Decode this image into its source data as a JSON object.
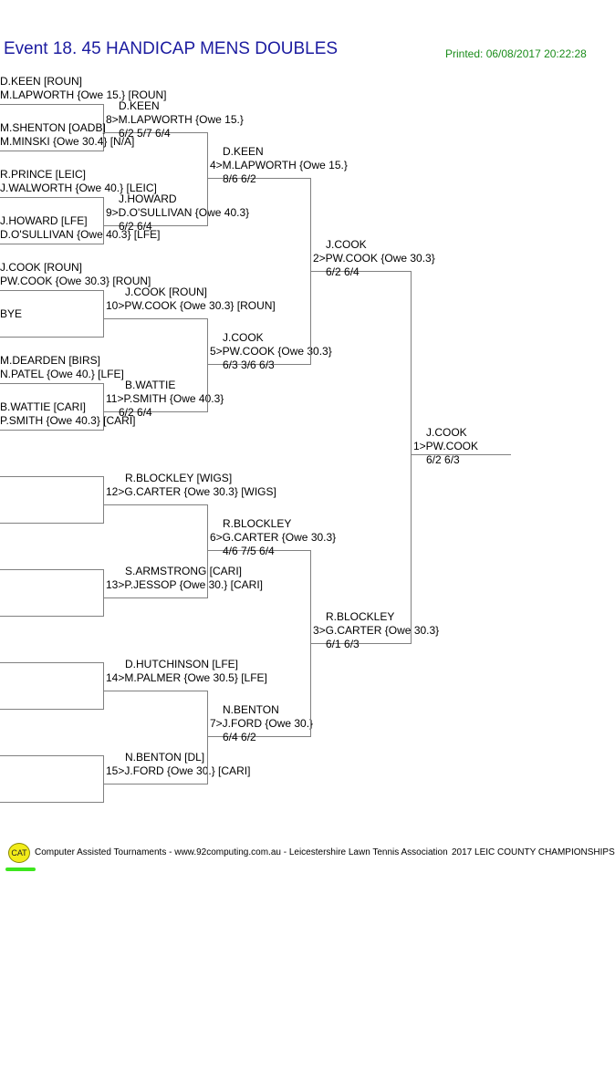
{
  "title": "Event 18. 45 HANDICAP MENS DOUBLES",
  "printed": "Printed: 06/08/2017 20:22:28",
  "round1": [
    {
      "p1": "D.KEEN [ROUN]",
      "p2": "M.LAPWORTH {Owe 15.} [ROUN]"
    },
    {
      "p1": "M.SHENTON [OADB]",
      "p2": "M.MINSKI {Owe 30.4} [N/A]"
    },
    {
      "p1": "R.PRINCE [LEIC]",
      "p2": "J.WALWORTH {Owe 40.} [LEIC]"
    },
    {
      "p1": "J.HOWARD [LFE]",
      "p2": "D.O'SULLIVAN {Owe 40.3} [LFE]"
    },
    {
      "p1": "J.COOK [ROUN]",
      "p2": "PW.COOK {Owe 30.3} [ROUN]"
    },
    {
      "p1": "BYE",
      "p2": ""
    },
    {
      "p1": "M.DEARDEN [BIRS]",
      "p2": "N.PATEL {Owe 40.} [LFE]"
    },
    {
      "p1": "B.WATTIE [CARI]",
      "p2": "P.SMITH {Owe 40.3} [CARI]"
    }
  ],
  "round2": [
    {
      "p1": "D.KEEN",
      "p2": "8>M.LAPWORTH {Owe 15.}",
      "score": "6/2 5/7 6/4"
    },
    {
      "p1": "J.HOWARD",
      "p2": "9>D.O'SULLIVAN {Owe 40.3}",
      "score": "6/2 6/4"
    },
    {
      "p1": "J.COOK [ROUN]",
      "p2": "10>PW.COOK {Owe 30.3} [ROUN]",
      "score": ""
    },
    {
      "p1": "B.WATTIE",
      "p2": "11>P.SMITH {Owe 40.3}",
      "score": "6/2 6/4"
    },
    {
      "p1": "R.BLOCKLEY [WIGS]",
      "p2": "12>G.CARTER {Owe 30.3} [WIGS]",
      "score": ""
    },
    {
      "p1": "S.ARMSTRONG [CARI]",
      "p2": "13>P.JESSOP {Owe 30.} [CARI]",
      "score": ""
    },
    {
      "p1": "D.HUTCHINSON [LFE]",
      "p2": "14>M.PALMER {Owe 30.5} [LFE]",
      "score": ""
    },
    {
      "p1": "N.BENTON [DL]",
      "p2": "15>J.FORD {Owe 30.} [CARI]",
      "score": ""
    }
  ],
  "round3": [
    {
      "p1": "D.KEEN",
      "p2": "4>M.LAPWORTH {Owe 15.}",
      "score": "8/6 6/2"
    },
    {
      "p1": "J.COOK",
      "p2": "5>PW.COOK {Owe 30.3}",
      "score": "6/3 3/6 6/3"
    },
    {
      "p1": "R.BLOCKLEY",
      "p2": "6>G.CARTER {Owe 30.3}",
      "score": "4/6 7/5 6/4"
    },
    {
      "p1": "N.BENTON",
      "p2": "7>J.FORD {Owe 30.}",
      "score": "6/4 6/2"
    }
  ],
  "round4": [
    {
      "p1": "J.COOK",
      "p2": "2>PW.COOK {Owe 30.3}",
      "score": "6/2 6/4"
    },
    {
      "p1": "R.BLOCKLEY",
      "p2": "3>G.CARTER {Owe 30.3}",
      "score": "6/1 6/3"
    }
  ],
  "final": {
    "p1": "J.COOK",
    "p2": "1>PW.COOK",
    "score": "6/2 6/3"
  },
  "footer": {
    "logo_text": "CAT",
    "credit": "Computer Assisted Tournaments - www.92computing.com.au -  Leicestershire Lawn Tennis Association",
    "championship": "2017 LEIC COUNTY CHAMPIONSHIPS"
  }
}
